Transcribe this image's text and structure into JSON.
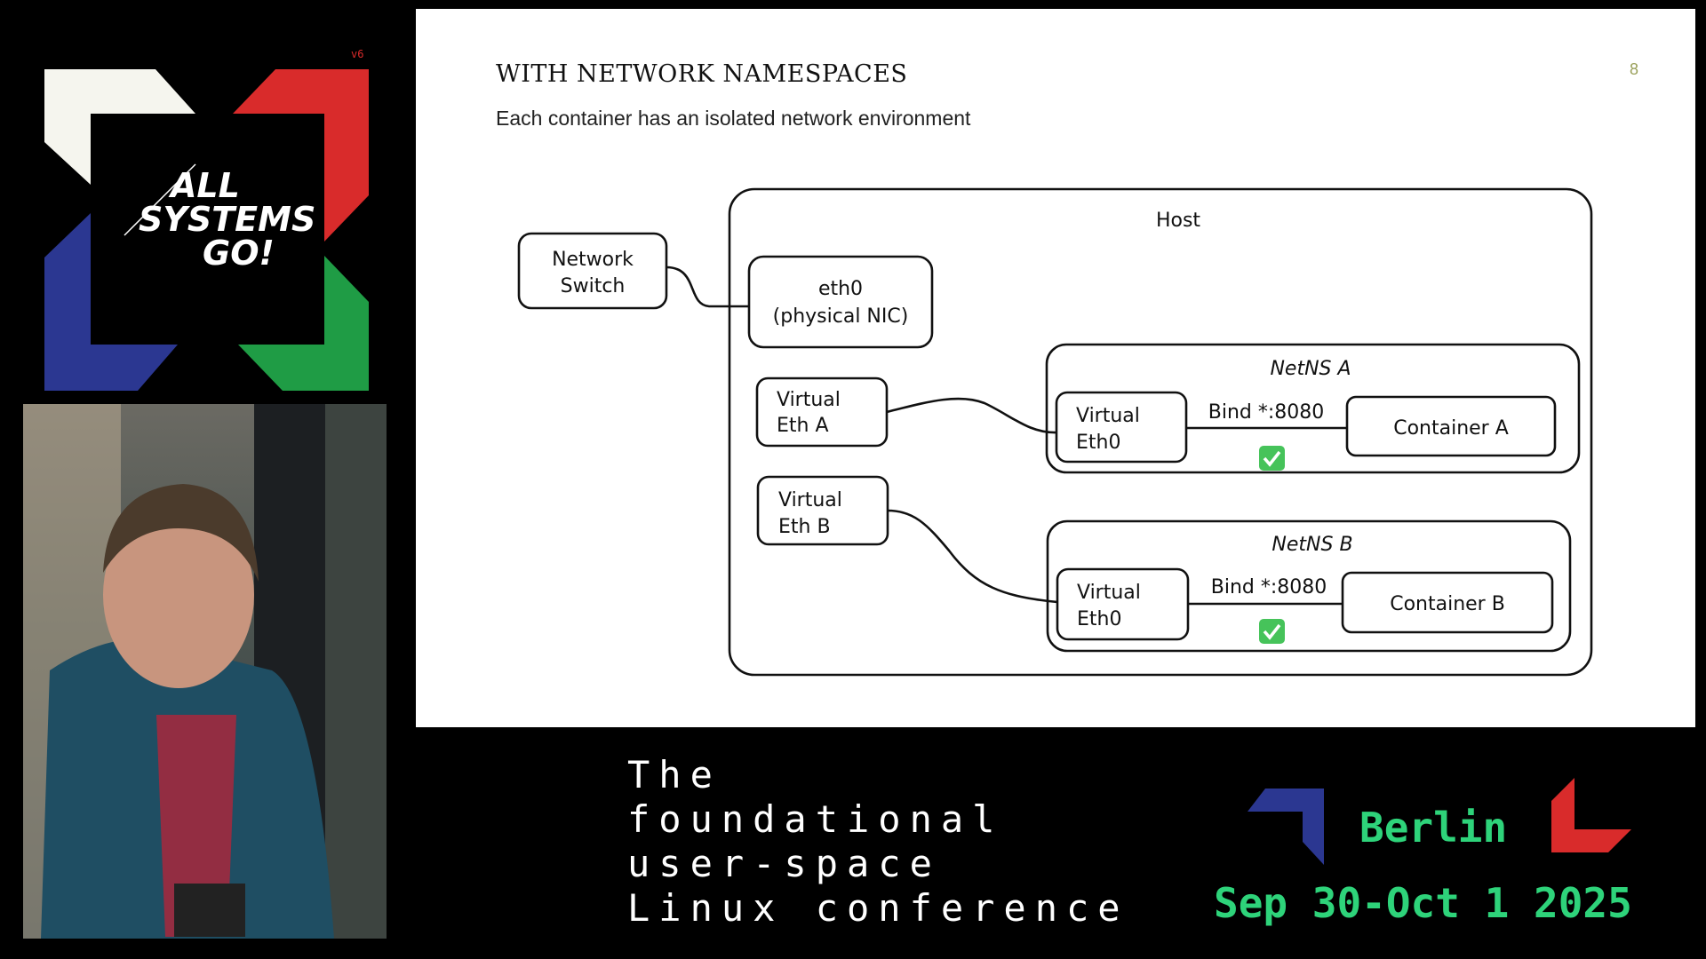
{
  "event": {
    "logo_text": [
      "ALL",
      "SYSTEMS",
      "GO!"
    ],
    "version": "v6",
    "tagline": [
      "The",
      "foundational",
      "user-space",
      "Linux conference"
    ],
    "city": "Berlin",
    "dates": "Sep 30-Oct 1 2025"
  },
  "slide": {
    "title": "WITH NETWORK NAMESPACES",
    "subtitle": "Each container has an isolated network environment",
    "page_number": "8"
  },
  "diagram": {
    "host_label": "Host",
    "network_switch": [
      "Network",
      "Switch"
    ],
    "eth0": [
      "eth0",
      "(physical NIC)"
    ],
    "virtual_eth_a": [
      "Virtual",
      "Eth A"
    ],
    "virtual_eth_b": [
      "Virtual",
      "Eth B"
    ],
    "netns_a": {
      "label": "NetNS A",
      "iface": [
        "Virtual",
        "Eth0"
      ],
      "bind": "Bind *:8080",
      "container": "Container A",
      "check": "✅"
    },
    "netns_b": {
      "label": "NetNS B",
      "iface": [
        "Virtual",
        "Eth0"
      ],
      "bind": "Bind *:8080",
      "container": "Container B",
      "check": "✅"
    }
  },
  "colors": {
    "logo_white": "#f5f5ee",
    "logo_red": "#d92b2b",
    "logo_blue": "#2b3791",
    "logo_green": "#1f9c45",
    "footer_green": "#2ed37a",
    "check_green": "#46c35a"
  }
}
